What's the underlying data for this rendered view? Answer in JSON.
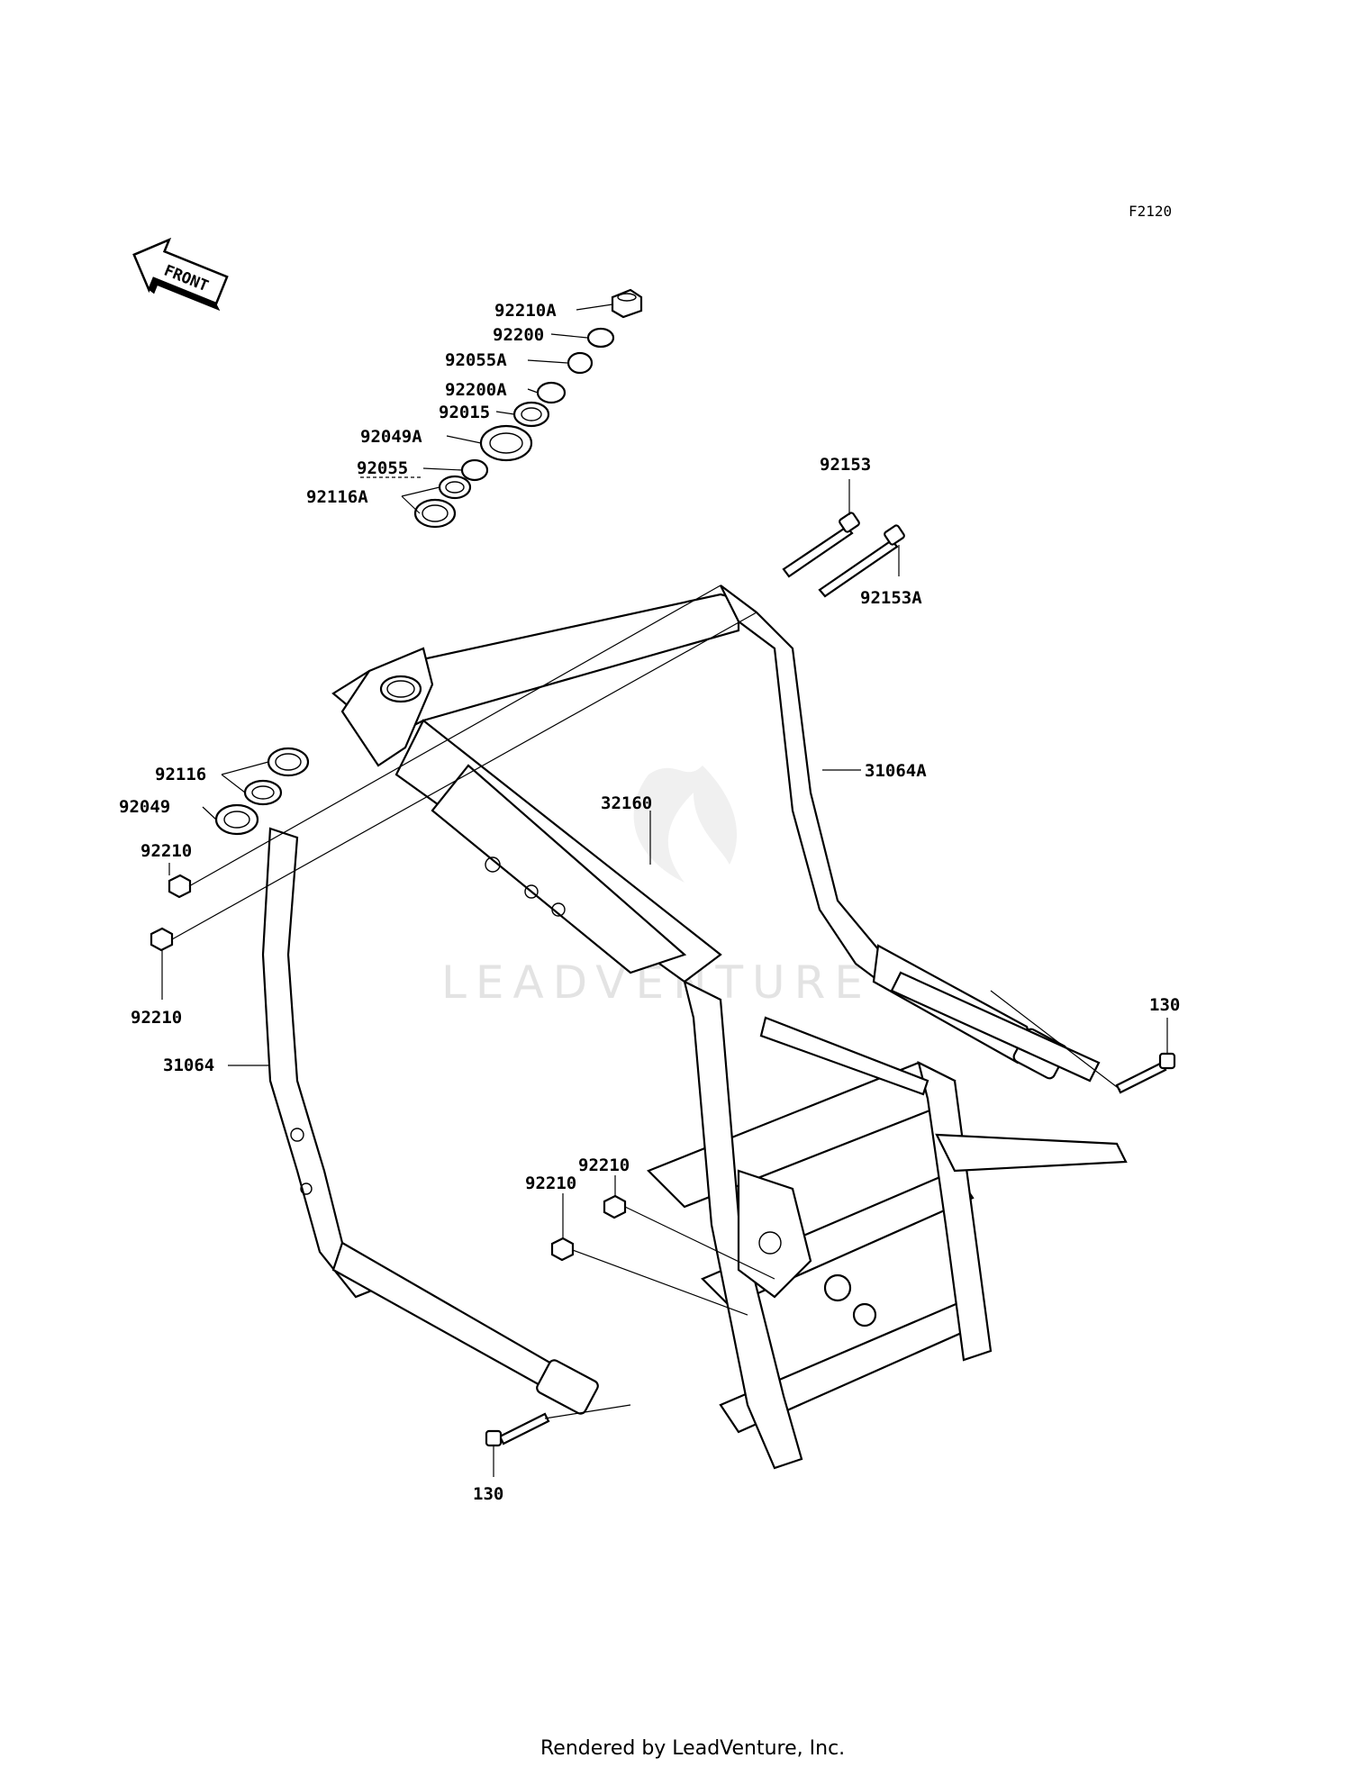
{
  "diagram": {
    "code": "F2120",
    "front_label": "FRONT",
    "watermark": "LEADVENTURE",
    "footer": "Rendered by LeadVenture, Inc."
  },
  "labels": {
    "p92210A": "92210A",
    "p92200": "92200",
    "p92055A": "92055A",
    "p92200A": "92200A",
    "p92015": "92015",
    "p92049A": "92049A",
    "p92055": "92055",
    "p92116A": "92116A",
    "p92153": "92153",
    "p92153A": "92153A",
    "p31064A": "31064A",
    "p32160": "32160",
    "p92116": "92116",
    "p92049": "92049",
    "p92210_a": "92210",
    "p92210_b": "92210",
    "p31064": "31064",
    "p130_right": "130",
    "p92210_c": "92210",
    "p92210_d": "92210",
    "p130_bottom": "130"
  }
}
